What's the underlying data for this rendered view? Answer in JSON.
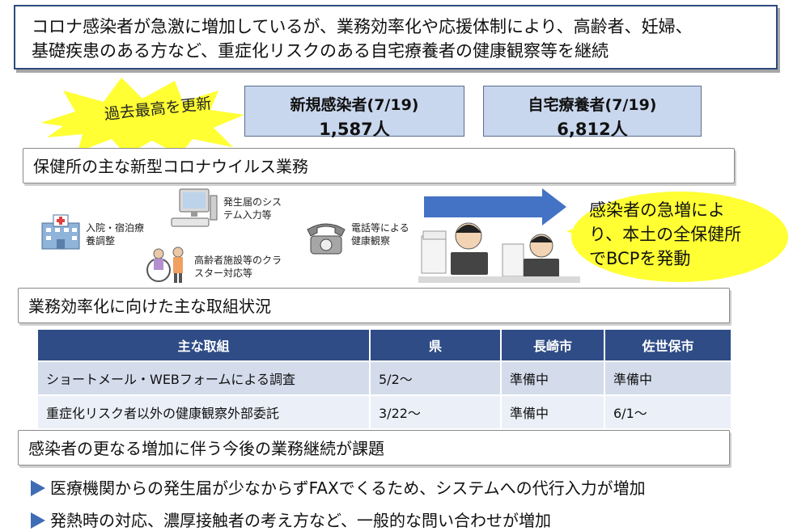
{
  "headline": {
    "line1": "コロナ感染者が急激に増加しているが、業務効率化や応援体制により、高齢者、妊婦、",
    "line2": "基礎疾患のある方など、重症化リスクのある自宅療養者の健康観察等を継続"
  },
  "record_badge": "過去最高を更新",
  "stats": [
    {
      "label": "新規感染者(7/19)",
      "value": "1,587人"
    },
    {
      "label": "自宅療養者(7/19)",
      "value": "6,812人"
    }
  ],
  "section1": "保健所の主な新型コロナウイルス業務",
  "tasks": [
    {
      "line1": "入院・宿泊療",
      "line2": "養調整"
    },
    {
      "line1": "発生届のシス",
      "line2": "テム入力等"
    },
    {
      "line1": "高齢者施設等のクラ",
      "line2": "スター対応等"
    },
    {
      "line1": "電話等による",
      "line2": "健康観察"
    }
  ],
  "bubble": {
    "line1": "感染者の急増によ",
    "line2": "り、本土の全保健所",
    "line3": "でBCPを発動"
  },
  "section2": "業務効率化に向けた主な取組状況",
  "table": {
    "headers": [
      "主な取組",
      "県",
      "長崎市",
      "佐世保市"
    ],
    "rows": [
      [
        "ショートメール・WEBフォームによる調査",
        "5/2～",
        "準備中",
        "準備中"
      ],
      [
        "重症化リスク者以外の健康観察外部委託",
        "3/22～",
        "準備中",
        "6/1～"
      ]
    ]
  },
  "section3": "感染者の更なる増加に伴う今後の業務継続が課題",
  "bullets": [
    "医療機関からの発生届が少なからずFAXでくるため、システムへの代行入力が増加",
    "発熱時の対応、濃厚接触者の考え方など、一般的な問い合わせが増加"
  ],
  "colors": {
    "navy": "#2e4a7d",
    "table_header": "#2f4c86",
    "stat_fill": "#c9d7ee",
    "burst": "#ffff33",
    "arrow": "#4472c4",
    "bullet": "#3e6db5"
  }
}
